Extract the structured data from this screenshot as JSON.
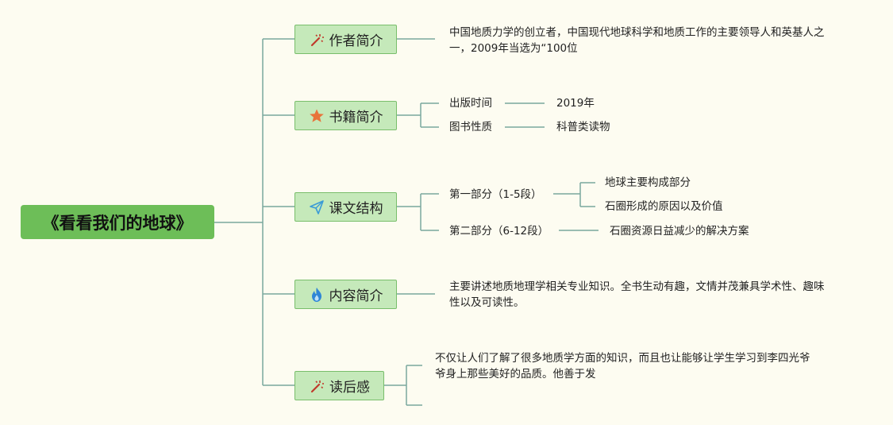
{
  "root": {
    "title": "《看看我们的地球》"
  },
  "branches": [
    {
      "label": "作者简介",
      "icon": "magic-wand-icon"
    },
    {
      "label": "书籍简介",
      "icon": "star-icon"
    },
    {
      "label": "课文结构",
      "icon": "paper-plane-icon"
    },
    {
      "label": "内容简介",
      "icon": "flame-icon"
    },
    {
      "label": "读后感",
      "icon": "magic-wand-icon"
    }
  ],
  "author": {
    "line1": "中国地质力学的创立者，中国现代地球科学和地质工作的主要领导人和英基人之",
    "line2": "一，2009年当选为“100位"
  },
  "book": {
    "time_label": "出版时间",
    "time_value": "2019年",
    "nature_label": "图书性质",
    "nature_value": "科普类读物"
  },
  "structure": {
    "part1": "第一部分（1-5段）",
    "part1_a": "地球主要构成部分",
    "part1_b": "石圈形成的原因以及价值",
    "part2": "第二部分（6-12段）",
    "part2_a": "石圈资源日益减少的解决方案"
  },
  "content": {
    "line1": "主要讲述地质地理学相关专业知识。全书生动有趣，文情并茂兼具学术性、趣味",
    "line2": "性以及可读性。"
  },
  "reflection": {
    "line1": "不仅让人们了解了很多地质学方面的知识，而且也让能够让学生学习到李四光爷",
    "line2": "爷身上那些美好的品质。他善于发"
  },
  "colors": {
    "background": "#fdfcf1",
    "root_fill": "#6dbe58",
    "branch_fill": "#c5e9ba",
    "branch_border": "#79be6b",
    "connector": "#7aa89e"
  }
}
